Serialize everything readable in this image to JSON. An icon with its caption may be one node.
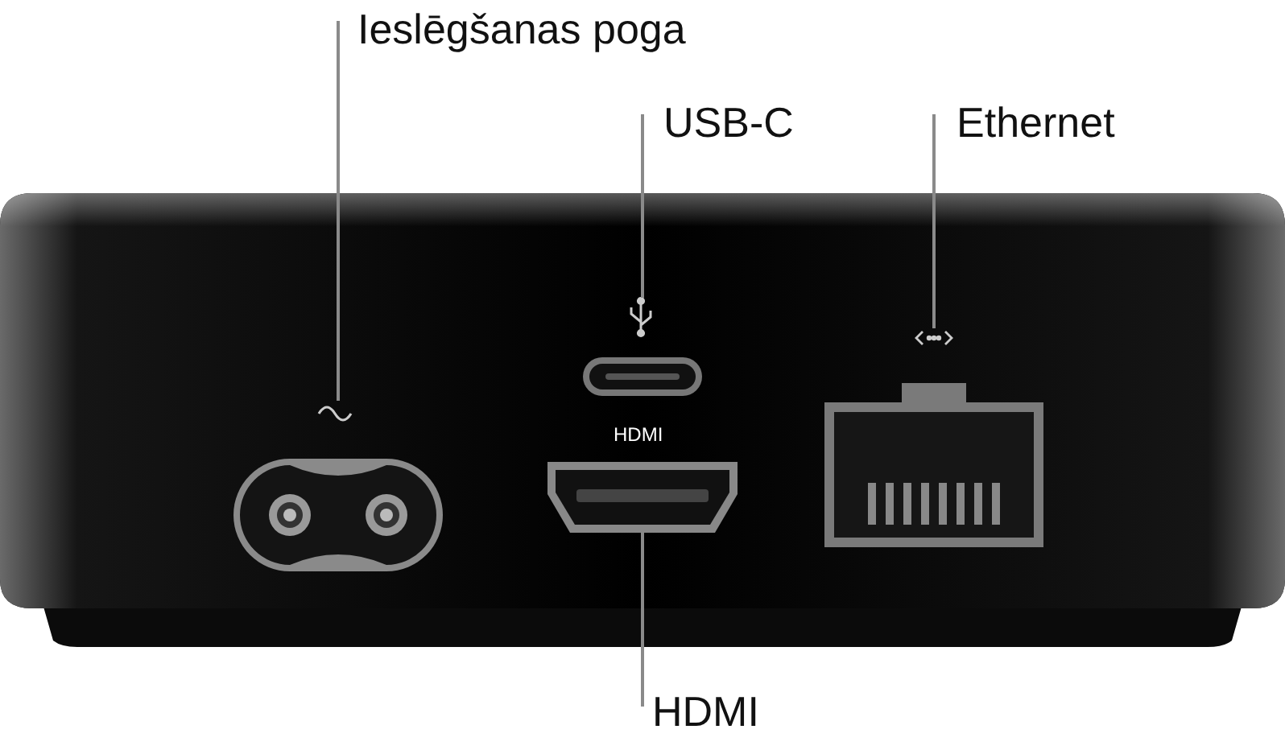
{
  "diagram": {
    "nodes": [
      {
        "text": [
          "Ieslēgšanas poga"
        ]
      },
      {
        "text": [
          "USB-C"
        ]
      },
      {
        "text": [
          "Ethernet"
        ]
      },
      {
        "text": [],
        "shape": "picture"
      },
      {
        "text": [],
        "shape": "picture"
      },
      {
        "text": [],
        "shape": "picture"
      },
      {
        "text": [],
        "shape": "picture"
      },
      {
        "text": [
          "HDMI"
        ]
      }
    ],
    "edges": [
      {
        "from": 0,
        "to": 3,
        "arrow": "none"
      },
      {
        "from": 1,
        "to": 4,
        "arrow": "none"
      },
      {
        "from": 2,
        "to": 6,
        "arrow": "none"
      },
      {
        "from": 7,
        "to": 5,
        "arrow": "none"
      }
    ],
    "labels": [
      "HDMI"
    ]
  }
}
